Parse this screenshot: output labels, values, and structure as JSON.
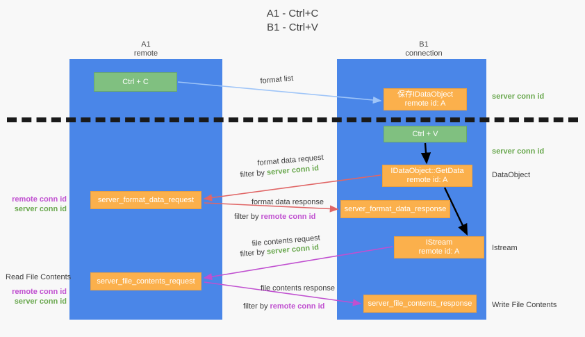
{
  "title": {
    "line1": "A1 - Ctrl+C",
    "line2": "B1 - Ctrl+V"
  },
  "columns": {
    "a1": {
      "name": "A1",
      "role": "remote"
    },
    "b1": {
      "name": "B1",
      "role": "connection"
    }
  },
  "boxes": {
    "ctrl_c": {
      "label": "Ctrl + C",
      "color": "#80c080"
    },
    "save_dataobject": {
      "line1": "保存IDataObject",
      "line2": "remote id: A",
      "color": "#fbb04c"
    },
    "ctrl_v": {
      "label": "Ctrl + V",
      "color": "#80c080"
    },
    "getdata": {
      "line1": "IDataObject::GetData",
      "line2": "remote id: A",
      "color": "#fbb04c"
    },
    "format_data_request": {
      "label": "server_format_data_request",
      "color": "#fbb04c"
    },
    "format_data_response": {
      "label": "server_format_data_response",
      "color": "#fbb04c"
    },
    "istream": {
      "line1": "IStream",
      "line2": "remote id: A",
      "color": "#fbb04c"
    },
    "file_contents_request": {
      "label": "server_file_contents_request",
      "color": "#fbb04c"
    },
    "file_contents_response": {
      "label": "server_file_contents_response",
      "color": "#fbb04c"
    }
  },
  "arrow_labels": {
    "format_list": "format list",
    "format_data_request": "format data request",
    "format_data_request_filter_prefix": "filter by ",
    "format_data_request_filter_id": "server conn id",
    "format_data_response": "format data response",
    "format_data_response_filter_prefix": "filter by ",
    "format_data_response_filter_id": "remote conn id",
    "file_contents_request": "file contents request",
    "file_contents_request_filter_prefix": "filter by ",
    "file_contents_request_filter_id": "server conn id",
    "file_contents_response": "file contents response",
    "file_contents_response_filter_prefix": "filter by ",
    "file_contents_response_filter_id": "remote conn id"
  },
  "side_labels": {
    "right_server_conn_1": "server conn id",
    "right_server_conn_2": "server conn id",
    "dataobject": "DataObject",
    "istream": "Istream",
    "write_file_contents": "Write File Contents",
    "left_remote_conn_1": "remote conn id",
    "left_server_conn_1": "server conn id",
    "read_file_contents": "Read File Contents",
    "left_remote_conn_2": "remote conn id",
    "left_server_conn_2": "server conn id"
  },
  "colors": {
    "lane": "#4a86e8",
    "green": "#80c080",
    "orange": "#fbb04c",
    "green_id": "#6aa84f",
    "purple_id": "#c050d0",
    "arrow_blue": "#9fc5f8",
    "arrow_red": "#e06666",
    "arrow_magenta": "#c050d0",
    "arrow_black": "#000000",
    "background": "#f8f8f8"
  }
}
